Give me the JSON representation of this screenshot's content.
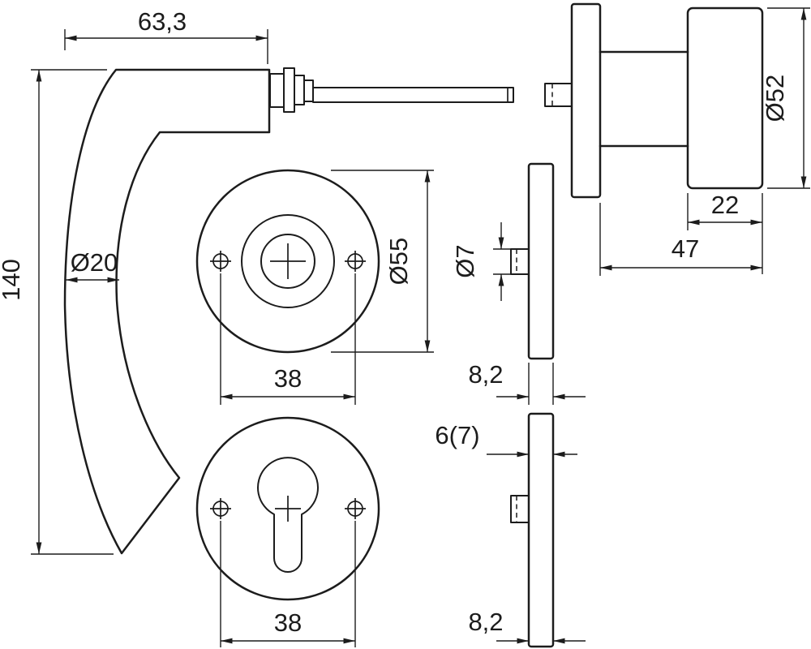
{
  "colors": {
    "ink": "#1c1c1c",
    "background": "#ffffff"
  },
  "dims": {
    "lever_length": "63,3",
    "lever_height": "140",
    "grip_diameter": "Ø20",
    "rosette_diameter": "Ø55",
    "screw_spacing_upper": "38",
    "screw_spacing_lower": "38",
    "screw_boss_diameter": "Ø7",
    "rosette_thickness_upper": "8,2",
    "rosette_thickness_lower": "8,2",
    "boss_projection": "6(7)",
    "handle_end_diameter": "Ø52",
    "grip_width": "22",
    "projection": "47"
  }
}
